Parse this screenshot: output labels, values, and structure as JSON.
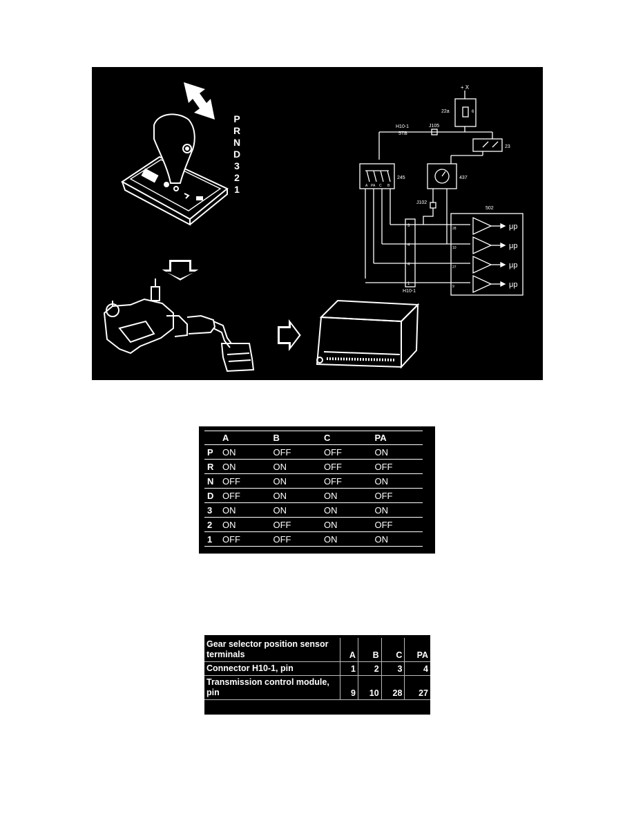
{
  "figure": {
    "gear_sequence": [
      "P",
      "R",
      "N",
      "D",
      "3",
      "2",
      "1"
    ],
    "components": {
      "supply": "+ X",
      "fuse_ref": "22a",
      "fuse_number": "6",
      "switch_ref": "23",
      "sensor_ref": "245",
      "unit_ref": "437",
      "module_ref": "502",
      "junction_top": "J105",
      "junction_mid": "J102",
      "connector_top_label": "H10-1",
      "wire_color": "5TB",
      "connector_bottom_label": "H10-1"
    },
    "sensor_pins": [
      "A",
      "PA",
      "C",
      "B"
    ],
    "connector_pins": [
      "3",
      "4",
      "4",
      "1"
    ],
    "module_pins": [
      "28",
      "10",
      "27",
      "9"
    ],
    "module_output": "μp"
  },
  "state_table": {
    "headers": [
      "",
      "A",
      "B",
      "C",
      "PA"
    ],
    "rows": [
      [
        "P",
        "ON",
        "OFF",
        "OFF",
        "ON"
      ],
      [
        "R",
        "ON",
        "ON",
        "OFF",
        "OFF"
      ],
      [
        "N",
        "OFF",
        "ON",
        "OFF",
        "ON"
      ],
      [
        "D",
        "OFF",
        "ON",
        "ON",
        "OFF"
      ],
      [
        "3",
        "ON",
        "ON",
        "ON",
        "ON"
      ],
      [
        "2",
        "ON",
        "OFF",
        "ON",
        "OFF"
      ],
      [
        "1",
        "OFF",
        "OFF",
        "ON",
        "ON"
      ]
    ]
  },
  "pin_table": {
    "rows": [
      {
        "label": "Gear selector position sensor terminals",
        "values": [
          "A",
          "B",
          "C",
          "PA"
        ]
      },
      {
        "label": "Connector H10-1, pin",
        "values": [
          "1",
          "2",
          "3",
          "4"
        ]
      },
      {
        "label": "Transmission control module, pin",
        "values": [
          "9",
          "10",
          "28",
          "27"
        ]
      }
    ]
  }
}
